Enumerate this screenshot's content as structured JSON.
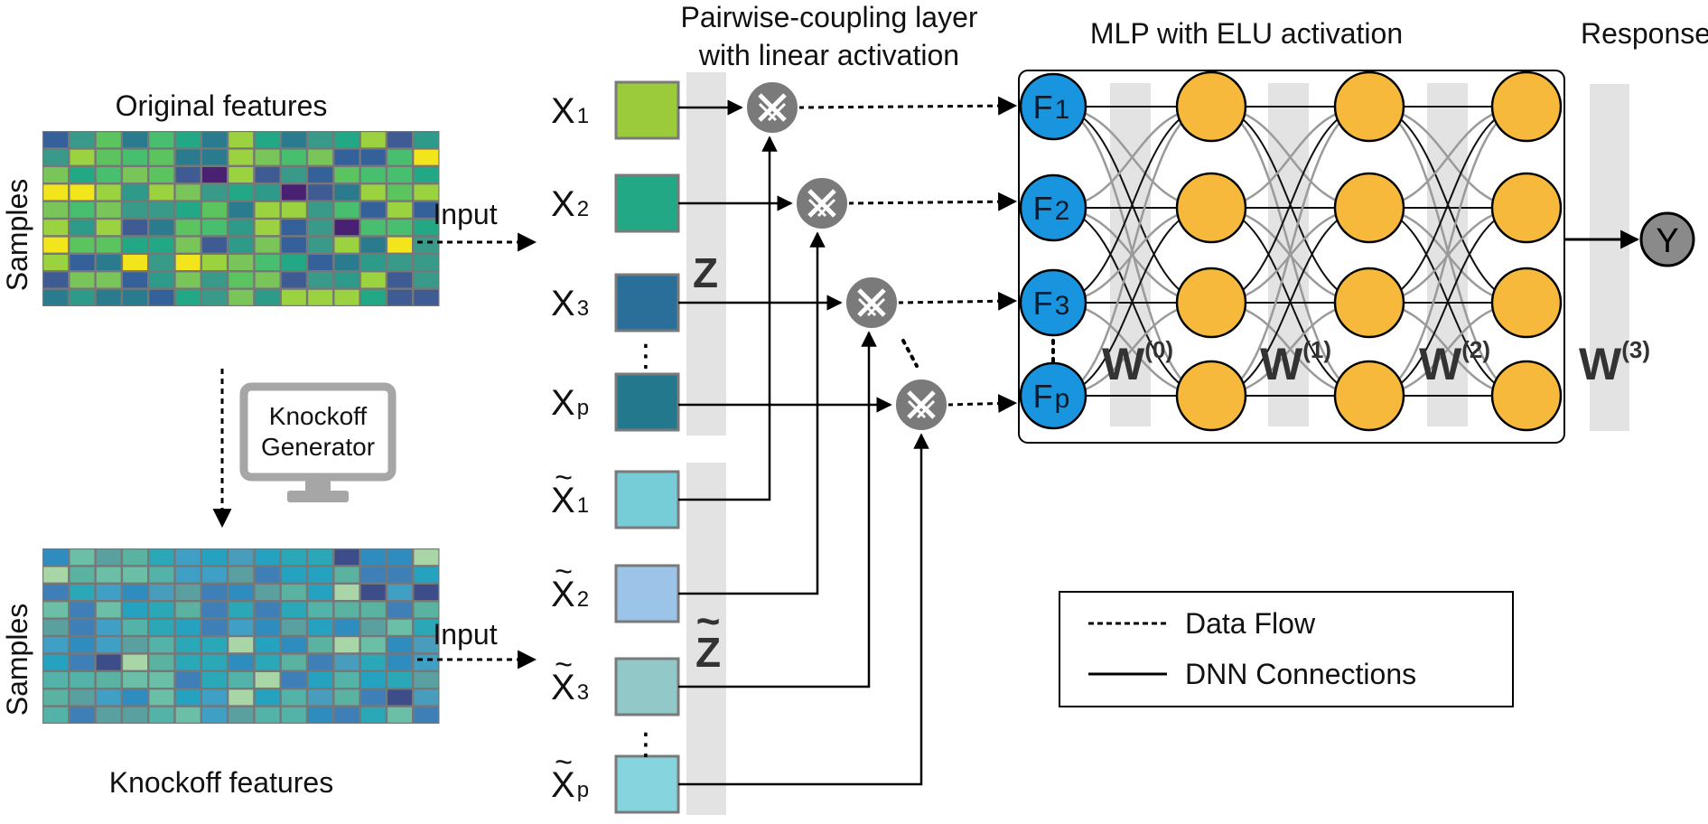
{
  "headings": {
    "original": "Original features",
    "knockoff": "Knockoff features",
    "pairwise_line1": "Pairwise-coupling layer",
    "pairwise_line2": "with linear activation",
    "mlp": "MLP with ELU activation",
    "response": "Response"
  },
  "samples_label": "Samples",
  "input_label": "Input",
  "generator": {
    "line1": "Knockoff",
    "line2": "Generator"
  },
  "z_label": "Z",
  "z_tilde_label": "Z",
  "tilde_char": "~",
  "dots": "⋮",
  "features": [
    {
      "base": "X",
      "sub": "1",
      "color": "#9bcb3b"
    },
    {
      "base": "X",
      "sub": "2",
      "color": "#22a884"
    },
    {
      "base": "X",
      "sub": "3",
      "color": "#2a6f9a"
    },
    {
      "base": "X",
      "sub": "p",
      "color": "#24788e"
    }
  ],
  "knockoffs": [
    {
      "base": "X",
      "sub": "1",
      "color": "#76cdd8"
    },
    {
      "base": "X",
      "sub": "2",
      "color": "#9cc4e8"
    },
    {
      "base": "X",
      "sub": "3",
      "color": "#93c8c8"
    },
    {
      "base": "X",
      "sub": "p",
      "color": "#86d4dd"
    }
  ],
  "f_nodes": [
    {
      "base": "F",
      "sub": "1"
    },
    {
      "base": "F",
      "sub": "2"
    },
    {
      "base": "F",
      "sub": "3"
    },
    {
      "base": "F",
      "sub": "p"
    }
  ],
  "weights": [
    {
      "base": "W",
      "sup": "(0)"
    },
    {
      "base": "W",
      "sup": "(1)"
    },
    {
      "base": "W",
      "sup": "(2)"
    },
    {
      "base": "W",
      "sup": "(3)"
    }
  ],
  "output": "Y",
  "legend": {
    "data_flow": "Data Flow",
    "dnn": "DNN Connections"
  },
  "colors": {
    "f_node": "#1995e0",
    "hidden_node": "#f6b93b",
    "coupling_node": "#7a7a7a",
    "output_node": "#8a8a8a",
    "weight_band": "#e3e3e3",
    "monitor": "#a6a6a6"
  },
  "original_palette": [
    "#3a9a8a",
    "#22a884",
    "#7ac55a",
    "#2a7b8e",
    "#9bd23f",
    "#3e5b94",
    "#48bf6e",
    "#2d9a8a",
    "#35619a",
    "#5cc45e"
  ],
  "knockoff_palette": [
    "#25a2c0",
    "#3f9fc5",
    "#54b3a8",
    "#2e8cbf",
    "#5ab2a0",
    "#2aa8b8",
    "#489dbc",
    "#6bbfa6",
    "#3d7fb6",
    "#5aa0a0"
  ]
}
